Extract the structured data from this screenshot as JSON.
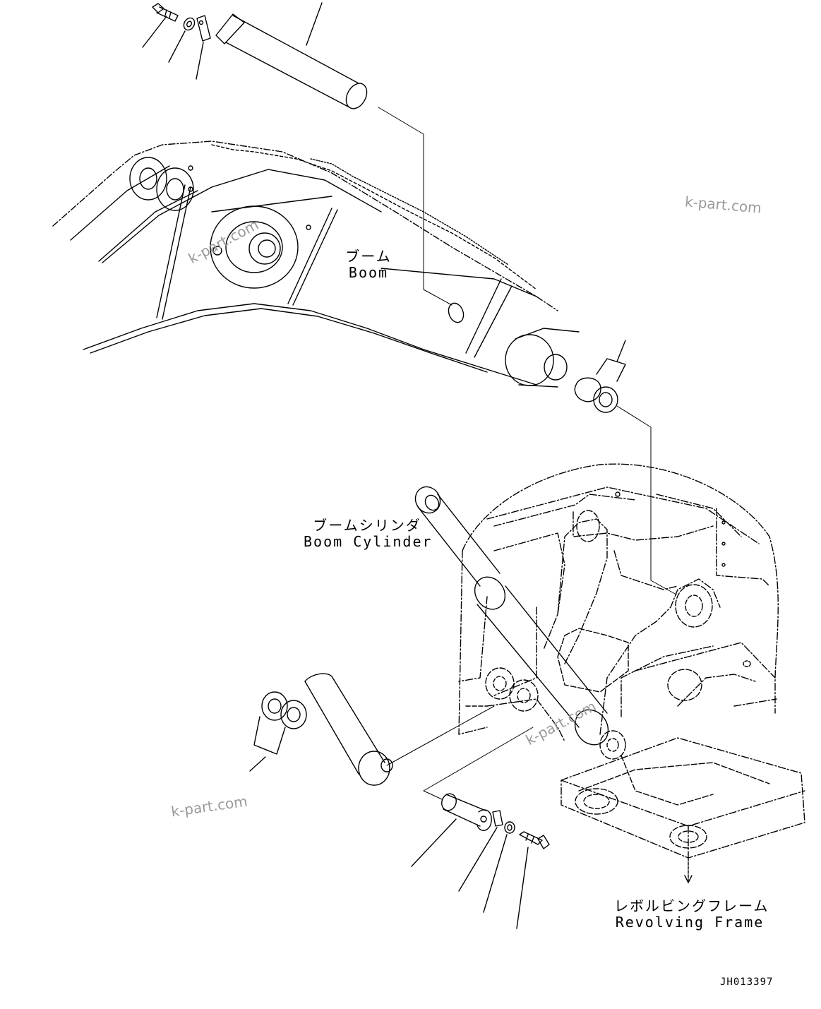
{
  "labels": {
    "boom": {
      "jp": "ブーム",
      "en": "Boom"
    },
    "boom_cylinder": {
      "jp": "ブームシリンダ",
      "en": "Boom Cylinder"
    },
    "revolving_frame": {
      "jp": "レボルビングフレーム",
      "en": "Revolving Frame"
    }
  },
  "watermarks": [
    "k-part.com",
    "k-part.com",
    "k-part.com",
    "k-part.com"
  ],
  "drawing_id": "JH013397",
  "colors": {
    "line": "#000000",
    "watermark": "#9a9a9a",
    "background": "#ffffff"
  }
}
